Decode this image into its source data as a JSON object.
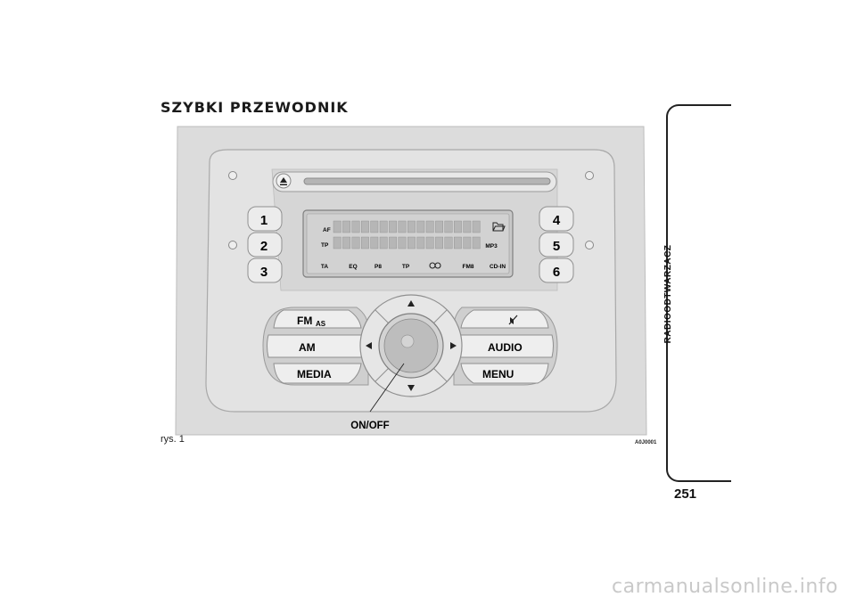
{
  "page": {
    "title": "SZYBKI PRZEWODNIK",
    "caption": "rys. 1",
    "figure_code": "A0J0001",
    "section_tab": "RADIOODTWARZACZ",
    "page_number": "251",
    "watermark": "carmanualsonline.info"
  },
  "radio": {
    "presets_left": [
      "1",
      "2",
      "3"
    ],
    "presets_right": [
      "4",
      "5",
      "6"
    ],
    "display": {
      "top_left": [
        "AF",
        "TP"
      ],
      "bottom_labels": [
        "TA",
        "EQ",
        "P8",
        "TP",
        "FM8",
        "CD-IN"
      ],
      "right_label": "MP3",
      "folder_icon": "folder-icon",
      "loop_icon": "infinity-icon"
    },
    "left_buttons": {
      "fm": "FM",
      "fm_sub": "AS",
      "am": "AM",
      "media": "MEDIA"
    },
    "right_buttons": {
      "top_icon": "mute-icon",
      "audio": "AUDIO",
      "menu": "MENU"
    },
    "knob_callout": "ON/OFF"
  }
}
